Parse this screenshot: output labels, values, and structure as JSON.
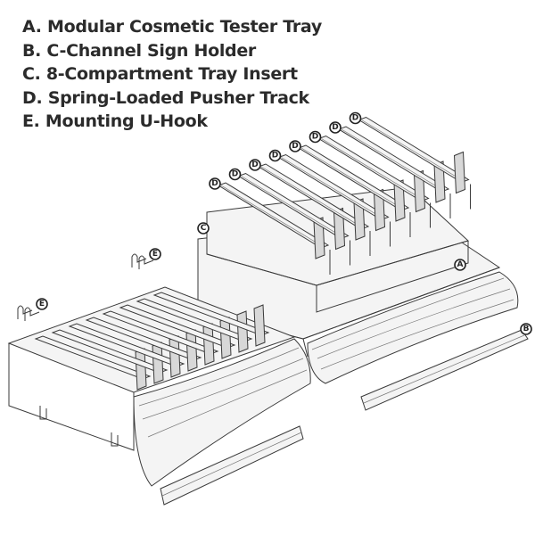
{
  "legend": [
    {
      "letter": "A",
      "text": "A. Modular Cosmetic Tester Tray"
    },
    {
      "letter": "B",
      "text": "B. C-Channel Sign Holder"
    },
    {
      "letter": "C",
      "text": "C. 8-Compartment Tray Insert"
    },
    {
      "letter": "D",
      "text": "D. Spring-Loaded Pusher Track"
    },
    {
      "letter": "E",
      "text": "E. Mounting U-Hook"
    }
  ],
  "callouts": {
    "A": "A",
    "B": "B",
    "C": "C",
    "D": "D",
    "E": "E"
  }
}
